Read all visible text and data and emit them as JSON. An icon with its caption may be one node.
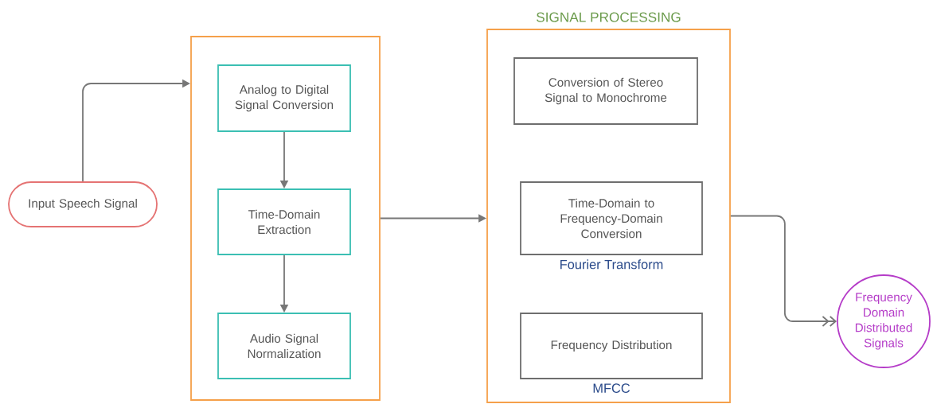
{
  "diagram": {
    "nodes": [
      {
        "text": [
          "Input Speech Signal"
        ]
      },
      {
        "text": [],
        "shape": "box"
      },
      {
        "text": [
          "Analog to Digital Signal Conversion"
        ],
        "in": 1
      },
      {
        "text": [
          "Time-Domain Extraction"
        ],
        "in": 1
      },
      {
        "text": [
          "Audio Signal Normalization"
        ],
        "in": 1
      },
      {
        "text": [
          "SIGNAL PROCESSING"
        ]
      },
      {
        "text": [
          "Conversion of Stereo Signal to Monochrome"
        ],
        "in": 5
      },
      {
        "text": [
          "Time-Domain to Frequency-Domain Conversion"
        ],
        "in": 5,
        "beside": [
          "Fourier Transform"
        ]
      },
      {
        "text": [
          "Frequency Distribution"
        ],
        "in": 5,
        "beside": [
          "MFCC"
        ]
      },
      {
        "text": [
          "Frequency Domain Distributed Signals"
        ]
      }
    ],
    "edges": [
      {
        "from": 0,
        "to": 1,
        "arrow": "to"
      },
      {
        "from": 2,
        "to": 3,
        "arrow": "to"
      },
      {
        "from": 3,
        "to": 4,
        "arrow": "to"
      },
      {
        "from": 1,
        "to": 5,
        "arrow": "to"
      },
      {
        "from": 5,
        "to": 9,
        "arrow": "to"
      }
    ]
  }
}
